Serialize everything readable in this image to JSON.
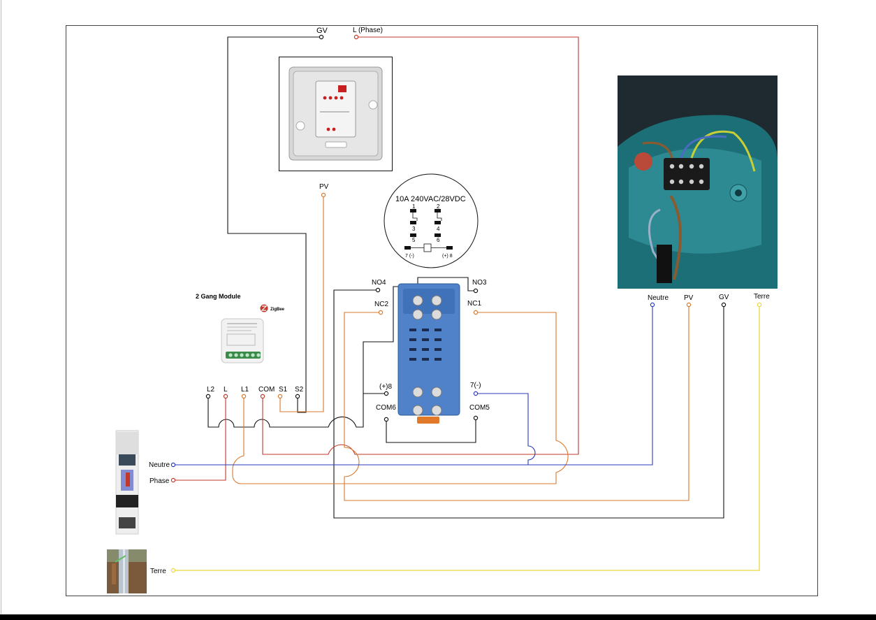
{
  "top_labels": {
    "gv": "GV",
    "phase": "L (Phase)"
  },
  "switch": {
    "label": "PV"
  },
  "relay_spec": {
    "rating": "10A 240VAC/28VDC",
    "pins": [
      "1",
      "2",
      "3",
      "4",
      "5",
      "6",
      "7 (-)",
      "(+) 8"
    ]
  },
  "relay_terminals": {
    "no4": "NO4",
    "no3": "NO3",
    "nc2": "NC2",
    "nc1": "NC1",
    "plus8": "(+)8",
    "minus7": "7(-)",
    "com6": "COM6",
    "com5": "COM5"
  },
  "module": {
    "title": "2 Gang Module",
    "brand": "ZigBee",
    "terminals": [
      "L2",
      "L",
      "L1",
      "COM",
      "S1",
      "S2"
    ]
  },
  "breaker": {
    "neutre": "Neutre",
    "phase": "Phase"
  },
  "earth": {
    "label": "Terre"
  },
  "motor": {
    "neutre": "Neutre",
    "pv": "PV",
    "gv": "GV",
    "terre": "Terre"
  },
  "colors": {
    "black": "#111111",
    "red": "#c0392b",
    "orange": "#d9782d",
    "blue": "#2b3bbd",
    "yellow": "#ecd640"
  }
}
